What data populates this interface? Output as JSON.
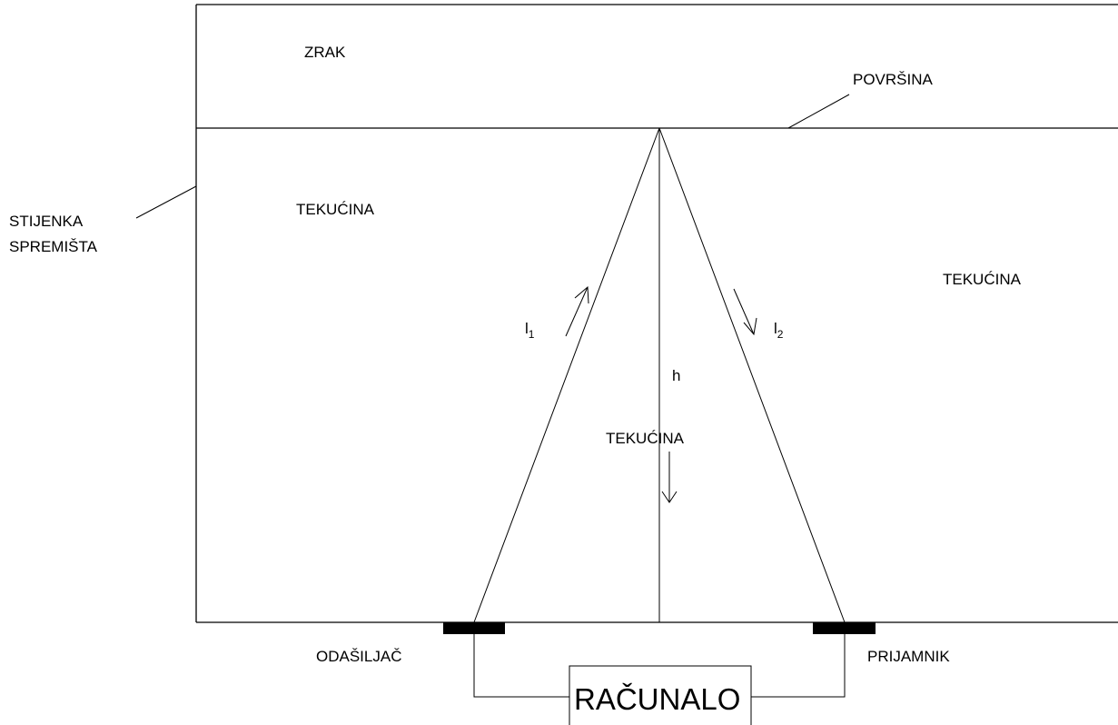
{
  "labels": {
    "air": "ZRAK",
    "surface": "POVRŠINA",
    "tank_wall_line1": "STIJENKA",
    "tank_wall_line2": "SPREMIŠTA",
    "liquid_left": "TEKUĆINA",
    "liquid_right": "TEKUĆINA",
    "liquid_center": "TEKUĆINA",
    "path1_symbol": "l",
    "path1_subscript": "1",
    "path2_symbol": "l",
    "path2_subscript": "2",
    "height_symbol": "h",
    "transmitter": "ODAŠILJAČ",
    "receiver": "PRIJAMNIK",
    "computer": "RAČUNALO"
  }
}
